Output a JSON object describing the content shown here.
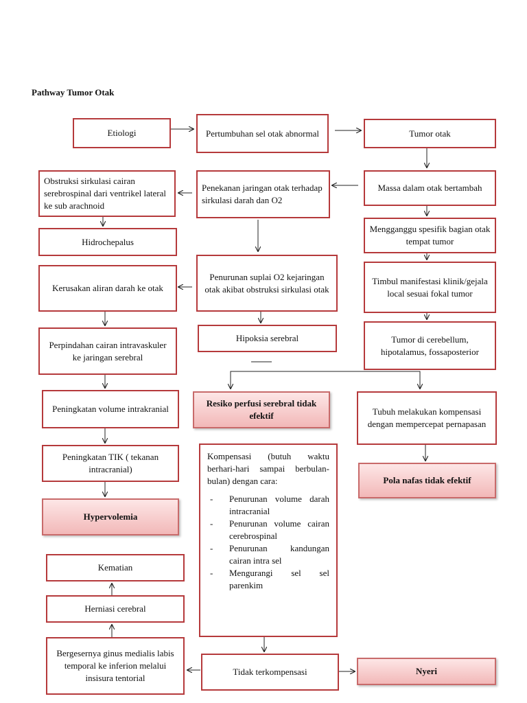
{
  "title": "Pathway Tumor Otak",
  "boxes": {
    "etiologi": "Etiologi",
    "pertumbuhan": "Pertumbuhan sel otak abnormal",
    "tumor_otak": "Tumor otak",
    "obstruksi": "Obstruksi sirkulasi cairan serebrospinal dari ventrikel lateral ke sub arachnoid",
    "penekanan": "Penekanan jaringan otak terhadap sirkulasi darah dan O2",
    "massa": "Massa dalam otak bertambah",
    "hidrochepalus": "Hidrochepalus",
    "mengganggu": "Mengganggu spesifik bagian otak tempat tumor",
    "kerusakan": "Kerusakan aliran darah ke otak",
    "penurunan_suplai": "Penurunan suplai O2 kejaringan otak akibat obstruksi sirkulasi otak",
    "timbul": "Timbul manifestasi klinik/gejala local sesuai fokal tumor",
    "hipoksia": "Hipoksia serebral",
    "perpindahan": "Perpindahan cairan intravaskuler ke jaringan serebral",
    "tumor_cerebellum": "Tumor di cerebellum, hipotalamus, fossaposterior",
    "peningkatan_volume": "Peningkatan volume intrakranial",
    "resiko_perfusi": "Resiko perfusi serebral tidak efektif",
    "tubuh_kompensasi": "Tubuh melakukan kompensasi dengan mempercepat pernapasan",
    "peningkatan_tik": "Peningkatan TIK ( tekanan intracranial)",
    "pola_nafas": "Pola nafas tidak efektif",
    "hypervolemia": "Hypervolemia",
    "kompensasi_intro": "Kompensasi (butuh waktu berhari-hari sampai berbulan-bulan) dengan cara:",
    "kompensasi_items": [
      "Penurunan volume darah intracranial",
      "Penurunan volume cairan cerebrospinal",
      "Penurunan kandungan cairan intra sel",
      "Mengurangi sel sel parenkim"
    ],
    "kematian": "Kematian",
    "herniasi": "Herniasi cerebral",
    "bergesernya": "Bergesernya ginus medialis labis temporal ke inferion melalui insisura tentorial",
    "tidak_terkompensasi": "Tidak terkompensasi",
    "nyeri": "Nyeri"
  }
}
